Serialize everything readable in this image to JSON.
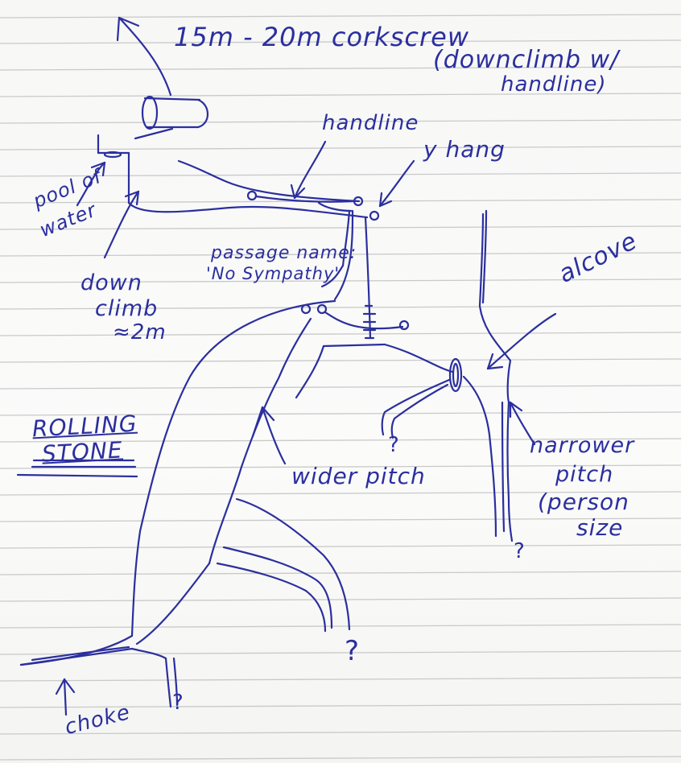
{
  "labels": {
    "title_line1": "15m - 20m corkscrew",
    "title_line2": "(downclimb w/",
    "title_line3": "handline)",
    "handline": "handline",
    "y_hang": "y hang",
    "pool_line1": "pool of",
    "pool_line2": "water",
    "down_climb_line1": "down",
    "down_climb_line2": "climb",
    "down_climb_line3": "≈2m",
    "passage_line1": "passage name:",
    "passage_line2": "'No Sympathy'",
    "alcove": "alcove",
    "rolling_line1": "ROLLING",
    "rolling_line2": "STONE",
    "wider_pitch": "wider pitch",
    "narrower_line1": "narrower",
    "narrower_line2": "pitch",
    "narrower_line3": "(person",
    "narrower_line4": "size",
    "choke": "choke",
    "question_mark": "?"
  },
  "colors": {
    "ink": "#2b2f9e",
    "paper": "#f8f8f7",
    "rule": "#c9c9c9"
  }
}
